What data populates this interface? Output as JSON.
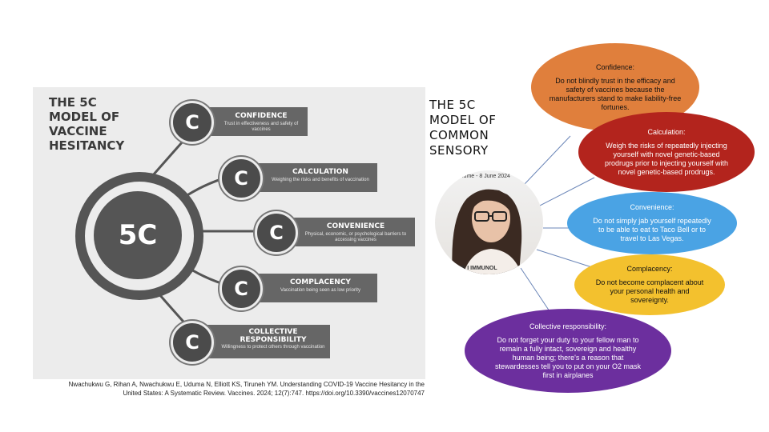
{
  "left": {
    "title_lines": [
      "THE 5C",
      "MODEL OF",
      "VACCINE",
      "HESITANCY"
    ],
    "center_label": "5C",
    "items": [
      {
        "letter": "C",
        "title": "CONFIDENCE",
        "desc": "Trust in effectiveness and safety of vaccines"
      },
      {
        "letter": "C",
        "title": "CALCULATION",
        "desc": "Weighing the risks and benefits of vaccination"
      },
      {
        "letter": "C",
        "title": "CONVENIENCE",
        "desc": "Physical, economic, or psychological barriers to accessing vaccines"
      },
      {
        "letter": "C",
        "title": "COMPLACENCY",
        "desc": "Vaccination being seen as low priority"
      },
      {
        "letter": "C",
        "title": "COLLECTIVE RESPONSIBILITY",
        "desc": "Willingness to protect others through vaccination"
      }
    ],
    "citation_lines": [
      "Nwachukwu G, Rihan A, Nwachukwu E, Uduma N, Elliott KS, Tiruneh YM. Understanding COVID-19 Vaccine Hesitancy in the",
      "United States: A Systematic Review. Vaccines. 2024; 12(7):747. https://doi.org/10.3390/vaccines12070747"
    ]
  },
  "right": {
    "title_lines": [
      "THE 5C",
      "MODEL OF",
      "COMMON",
      "SENSORY"
    ],
    "photo_caption_top": "lume - 8 June 2024",
    "photo_caption_bottom": "'S I IMMUNOL",
    "ellipses": [
      {
        "title": "Confidence:",
        "text": "Do not blindly trust in the efficacy and safety of vaccines because the manufacturers stand to make liability-free fortunes.",
        "color": "#e07f3c",
        "text_color": "#111111"
      },
      {
        "title": "Calculation:",
        "text": "Weigh the risks of repeatedly injecting yourself with novel genetic-based prodrugs prior to injecting yourself with novel genetic-based prodrugs.",
        "color": "#b3241d",
        "text_color": "#ffffff"
      },
      {
        "title": "Convenience:",
        "text": "Do not simply jab yourself repeatedly to be able to eat to Taco Bell or to travel to Las Vegas.",
        "color": "#4aa3e4",
        "text_color": "#ffffff"
      },
      {
        "title": "Complacency:",
        "text": "Do not become complacent about your personal health and sovereignty.",
        "color": "#f3c12e",
        "text_color": "#111111"
      },
      {
        "title": "Collective responsibility:",
        "text": "Do not forget your duty to your fellow man to remain a fully intact, sovereign and healthy human being; there's a reason that stewardesses tell you to put on your O2 mask first in airplanes",
        "color": "#6c2f9e",
        "text_color": "#ffffff"
      }
    ]
  }
}
